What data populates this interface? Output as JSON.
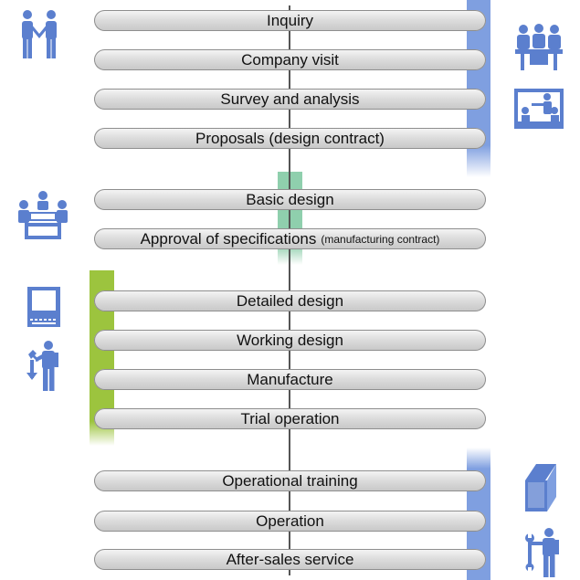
{
  "steps": [
    {
      "label": "Inquiry",
      "note": ""
    },
    {
      "label": "Company visit",
      "note": ""
    },
    {
      "label": "Survey and analysis",
      "note": ""
    },
    {
      "label": "Proposals (design contract)",
      "note": ""
    },
    {
      "label": "Basic design",
      "note": ""
    },
    {
      "label": "Approval of specifications",
      "note": "(manufacturing contract)"
    },
    {
      "label": "Detailed design",
      "note": ""
    },
    {
      "label": "Working design",
      "note": ""
    },
    {
      "label": "Manufacture",
      "note": ""
    },
    {
      "label": "Trial operation",
      "note": ""
    },
    {
      "label": "Operational training",
      "note": ""
    },
    {
      "label": "Operation",
      "note": ""
    },
    {
      "label": "After-sales service",
      "note": ""
    }
  ],
  "colors": {
    "icon": "#5b7fce",
    "band_blue": "#7f9fe0",
    "band_green": "#8fcfad",
    "band_lime": "#9cc43e",
    "spine": "#555555"
  },
  "icons": [
    "handshake-icon",
    "meeting-icon",
    "presentation-icon",
    "design-meeting-icon",
    "computer-icon",
    "engineer-icon",
    "manual-book-icon",
    "service-technician-icon"
  ]
}
